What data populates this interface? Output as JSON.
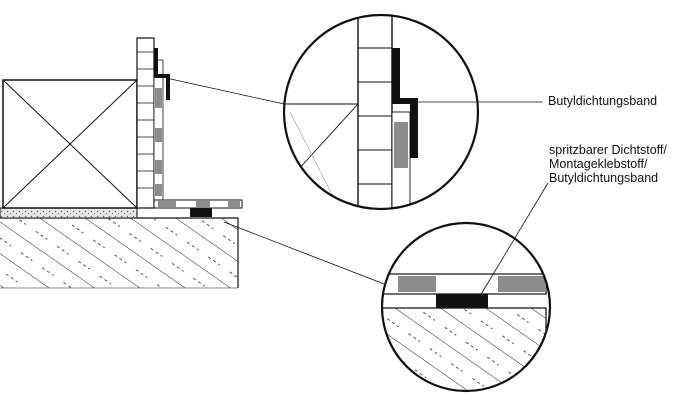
{
  "labels": {
    "butyl_tape": "Butyldichtungsband",
    "sealant_lines": [
      "spritzbarer Dichtstoff/",
      "Montageklebstoff/",
      "Butyldichtungsband"
    ]
  },
  "colors": {
    "line": "#111111",
    "sealant_grey": "#8c8c8c",
    "tape_black": "#111111",
    "background": "#ffffff"
  }
}
